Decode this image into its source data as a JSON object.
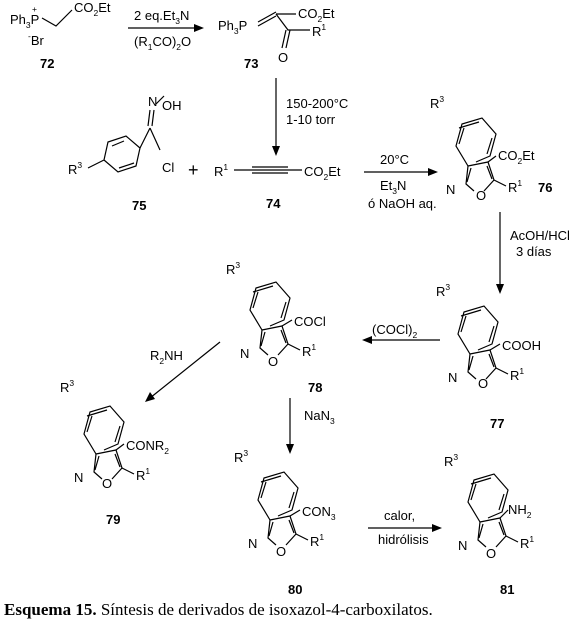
{
  "compounds": {
    "c72": "72",
    "c73": "73",
    "c74": "74",
    "c75": "75",
    "c76": "76",
    "c77": "77",
    "c78": "78",
    "c79": "79",
    "c80": "80",
    "c81": "81"
  },
  "atoms": {
    "ph3p": "Ph",
    "three": "3",
    "p": "P",
    "plus": "+",
    "br": "Br",
    "minus": "-",
    "co2et": "CO",
    "two": "2",
    "et": "Et",
    "r": "R",
    "one": "1",
    "cl": "Cl",
    "oh": "OH",
    "n": "N",
    "o": "O",
    "cooh": "COOH",
    "cocl": "COCl",
    "conr": "CONR",
    "con": "CON",
    "nh": "NH",
    "ph3": "Ph",
    "h": "H",
    "n3": "3"
  },
  "conditions": {
    "step1_top": "2 eq.Et",
    "step1_top_sub": "3",
    "step1_top_end": "N",
    "step1_bottom_open": "(R",
    "step1_bottom_sub": "1",
    "step1_bottom_mid": "CO)",
    "step1_bottom_sub2": "2",
    "step1_bottom_end": "O",
    "step2_line1": "150-200°C",
    "step2_line2": "1-10 torr",
    "step3_line1": "20°C",
    "step3_line2a": "Et",
    "step3_line2b": "3",
    "step3_line2c": "N",
    "step3_line3": "ó NaOH aq.",
    "step4_line1": "AcOH/HCl",
    "step4_line2": "3 días",
    "step5_a": "(COCl)",
    "step5_b": "2",
    "step6_a": "R",
    "step6_b": "2",
    "step6_c": "NH",
    "step7_a": "NaN",
    "step7_b": "3",
    "step8_line1": "calor,",
    "step8_line2": "hidrólisis"
  },
  "plus_sign": "+",
  "caption": {
    "label": "Esquema 15.",
    "text": " Síntesis de derivados de isoxazol-4-carboxilatos."
  }
}
